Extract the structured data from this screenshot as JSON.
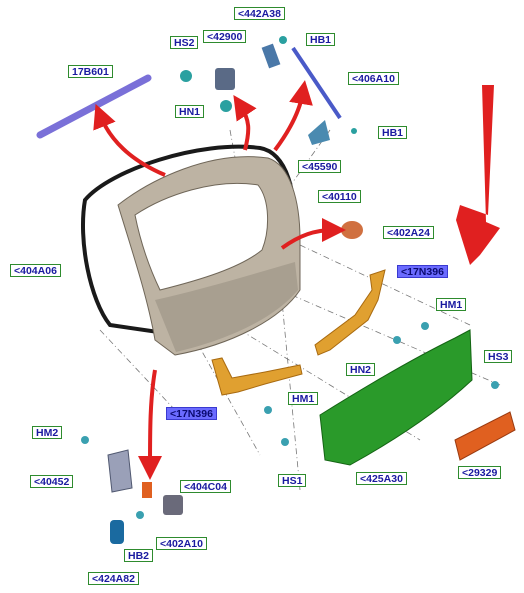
{
  "diagram": {
    "labels": {
      "p442A38": "<442A38",
      "hs2": "HS2",
      "p42900": "<42900",
      "hb1_top": "HB1",
      "p17B601": "17B601",
      "p406A10": "<406A10",
      "hn1_top": "HN1",
      "hb1_right": "HB1",
      "p45590": "<45590",
      "p40110": "<40110",
      "p402A24": "<402A24",
      "p404A06": "<404A06",
      "p17N396_right": "<17N396",
      "hm1_right": "HM1",
      "hn2": "HN2",
      "hs3": "HS3",
      "hm1_mid": "HM1",
      "p17N396_left": "<17N396",
      "hm2": "HM2",
      "p40452": "<40452",
      "p404C04": "<404C04",
      "hs1": "HS1",
      "p425A30": "<425A30",
      "p29329": "<29329",
      "p402A10": "<402A10",
      "hb2": "HB2",
      "p424A82": "<424A82"
    },
    "colors": {
      "label_border": "#2e8b2e",
      "label_text": "#1a1aa0",
      "highlight_fill": "#6b6bff",
      "arrow_red": "#e02020",
      "tailgate": "#bdb3a3",
      "spoiler": "#2a9a2a",
      "brackets": "#e0a030",
      "reflector": "#e06020",
      "strut": "#4a5ac8",
      "seal": "#1a1a1a"
    },
    "icons": {
      "arrow": "red-curved-arrow",
      "big_arrow": "red-down-arrow"
    }
  }
}
